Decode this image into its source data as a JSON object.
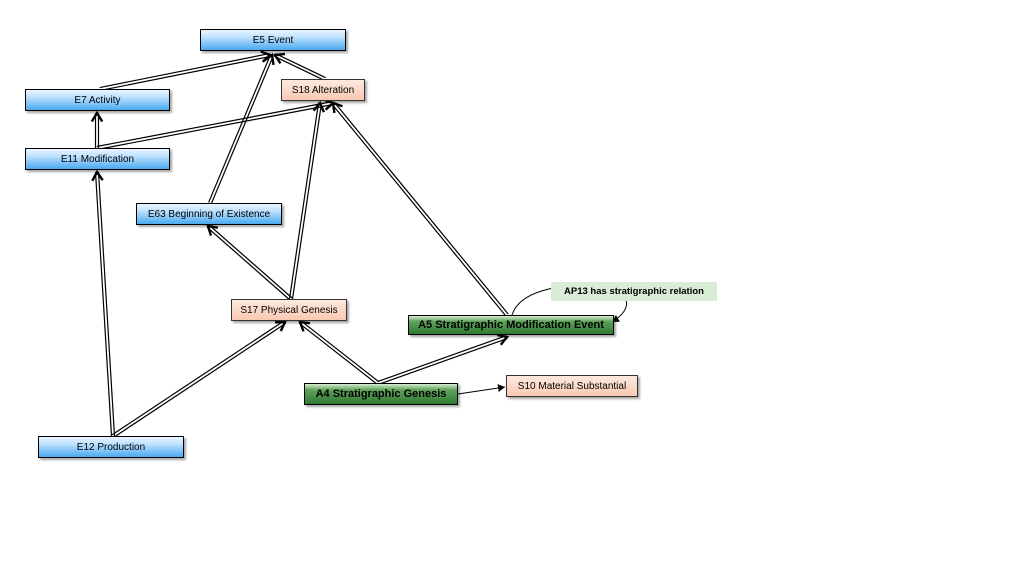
{
  "nodes": {
    "e5": "E5 Event",
    "e7": "E7 Activity",
    "s18": "S18 Alteration",
    "e11": "E11 Modification",
    "e63": "E63 Beginning of Existence",
    "s17": "S17 Physical Genesis",
    "a5": "A5 Stratigraphic Modification Event",
    "a4": "A4 Stratigraphic Genesis",
    "s10": "S10 Material Substantial",
    "e12": "E12 Production"
  },
  "relations": {
    "ap13": "AP13 has stratigraphic relation"
  },
  "colors": {
    "blue_class": "#4aa9f0",
    "salmon_class": "#f9c9b2",
    "green_class": "#2f7a32",
    "relation_label": "#d8ecd6"
  }
}
